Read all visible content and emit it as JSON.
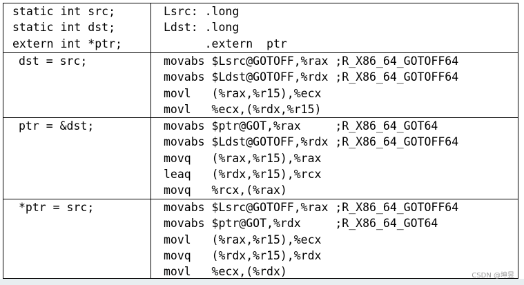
{
  "rows": [
    {
      "left": [
        "static int src;",
        "static int dst;",
        "extern int *ptr;"
      ],
      "right": [
        "Lsrc: .long",
        "Ldst: .long",
        "      .extern  ptr"
      ]
    },
    {
      "left": [
        "dst = src;"
      ],
      "right": [
        "movabs $Lsrc@GOTOFF,%rax ;R_X86_64_GOTOFF64",
        "movabs $Ldst@GOTOFF,%rdx ;R_X86_64_GOTOFF64",
        "movl   (%rax,%r15),%ecx",
        "movl   %ecx,(%rdx,%r15)"
      ]
    },
    {
      "left": [
        "ptr = &dst;"
      ],
      "right": [
        "movabs $ptr@GOT,%rax     ;R_X86_64_GOT64",
        "movabs $Ldst@GOTOFF,%rdx ;R_X86_64_GOTOFF64",
        "movq   (%rax,%r15),%rax",
        "leaq   (%rdx,%r15),%rcx",
        "movq   %rcx,(%rax)"
      ]
    },
    {
      "left": [
        "*ptr = src;"
      ],
      "right": [
        "movabs $Lsrc@GOTOFF,%rax ;R_X86_64_GOTOFF64",
        "movabs $ptr@GOT,%rdx     ;R_X86_64_GOT64",
        "movl   (%rax,%r15),%ecx",
        "movq   (%rdx,%r15),%rdx",
        "movl   %ecx,(%rdx)"
      ]
    }
  ],
  "watermark": "CSDN @坤昱"
}
